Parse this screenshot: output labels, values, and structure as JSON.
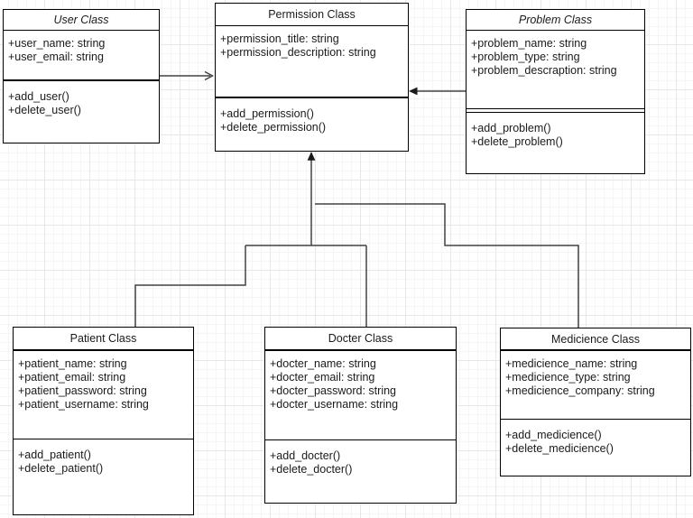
{
  "diagram": {
    "classes": [
      {
        "title": "User Class",
        "attributes": [
          "+user_name: string",
          "+user_email: string"
        ],
        "methods": [
          "+add_user()",
          "+delete_user()"
        ]
      },
      {
        "title": "Permission Class",
        "attributes": [
          "+permission_title: string",
          "+permission_description: string"
        ],
        "methods": [
          "+add_permission()",
          "+delete_permission()"
        ]
      },
      {
        "title": "Problem Class",
        "attributes": [
          "+problem_name: string",
          "+problem_type: string",
          "+problem_descraption: string"
        ],
        "methods": [
          "+add_problem()",
          "+delete_problem()"
        ]
      },
      {
        "title": "Patient Class",
        "attributes": [
          "+patient_name: string",
          "+patient_email: string",
          "+patient_password: string",
          "+patient_username: string"
        ],
        "methods": [
          "+add_patient()",
          "+delete_patient()"
        ]
      },
      {
        "title": "Docter Class",
        "attributes": [
          "+docter_name: string",
          "+docter_email: string",
          "+docter_password: string",
          "+docter_username: string"
        ],
        "methods": [
          "+add_docter()",
          "+delete_docter()"
        ]
      },
      {
        "title": "Medicience Class",
        "attributes": [
          "+medicience_name: string",
          "+medicience_type: string",
          "+medicience_company: string"
        ],
        "methods": [
          "+add_medicience()",
          "+delete_medicience()"
        ]
      }
    ],
    "connectors": [
      {
        "from": "User Class",
        "to": "Permission Class",
        "arrowhead": "open"
      },
      {
        "from": "Problem Class",
        "to": "Permission Class",
        "arrowhead": "filled"
      },
      {
        "from": "Patient Class",
        "to": "Permission Class",
        "arrowhead": "filled"
      },
      {
        "from": "Docter Class",
        "to": "Permission Class",
        "arrowhead": "filled"
      },
      {
        "from": "Medicience Class",
        "to": "Permission Class",
        "arrowhead": "filled"
      }
    ],
    "colors": {
      "background": "#ffffff",
      "grid_minor": "#f5f5f5",
      "grid_major": "#e7e7e7",
      "box_border": "#000000",
      "connector": "#424242"
    }
  }
}
